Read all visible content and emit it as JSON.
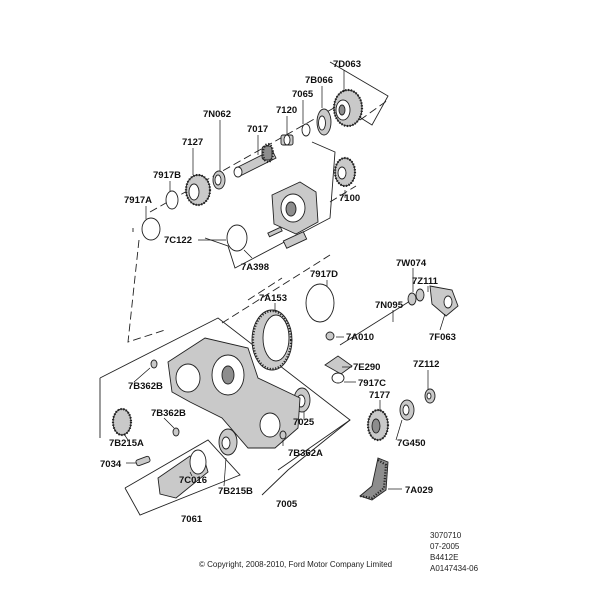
{
  "parts": {
    "p7D063": "7D063",
    "p7B066": "7B066",
    "p7065": "7065",
    "p7N062": "7N062",
    "p7120": "7120",
    "p7017": "7017",
    "p7127": "7127",
    "p7917B": "7917B",
    "p7917A": "7917A",
    "p7100": "7100",
    "p7C122": "7C122",
    "p7A398": "7A398",
    "p7W074": "7W074",
    "p7917D": "7917D",
    "p7Z111": "7Z111",
    "p7A153": "7A153",
    "p7N095": "7N095",
    "p7F063": "7F063",
    "p7A010": "7A010",
    "p7E290": "7E290",
    "p7Z112": "7Z112",
    "p7B362B_1": "7B362B",
    "p7917C": "7917C",
    "p7177": "7177",
    "p7B362B_2": "7B362B",
    "p7025": "7025",
    "p7B215A": "7B215A",
    "p7G450": "7G450",
    "p7B362A": "7B362A",
    "p7034": "7034",
    "p7C016": "7C016",
    "p7B215B": "7B215B",
    "p7A029": "7A029",
    "p7005": "7005",
    "p7061": "7061"
  },
  "meta": {
    "code1": "3070710",
    "date": "07-2005",
    "code2": "B4412E",
    "code3": "A0147434-06",
    "copyright": "© Copyright, 2008-2010, Ford Motor Company Limited"
  }
}
